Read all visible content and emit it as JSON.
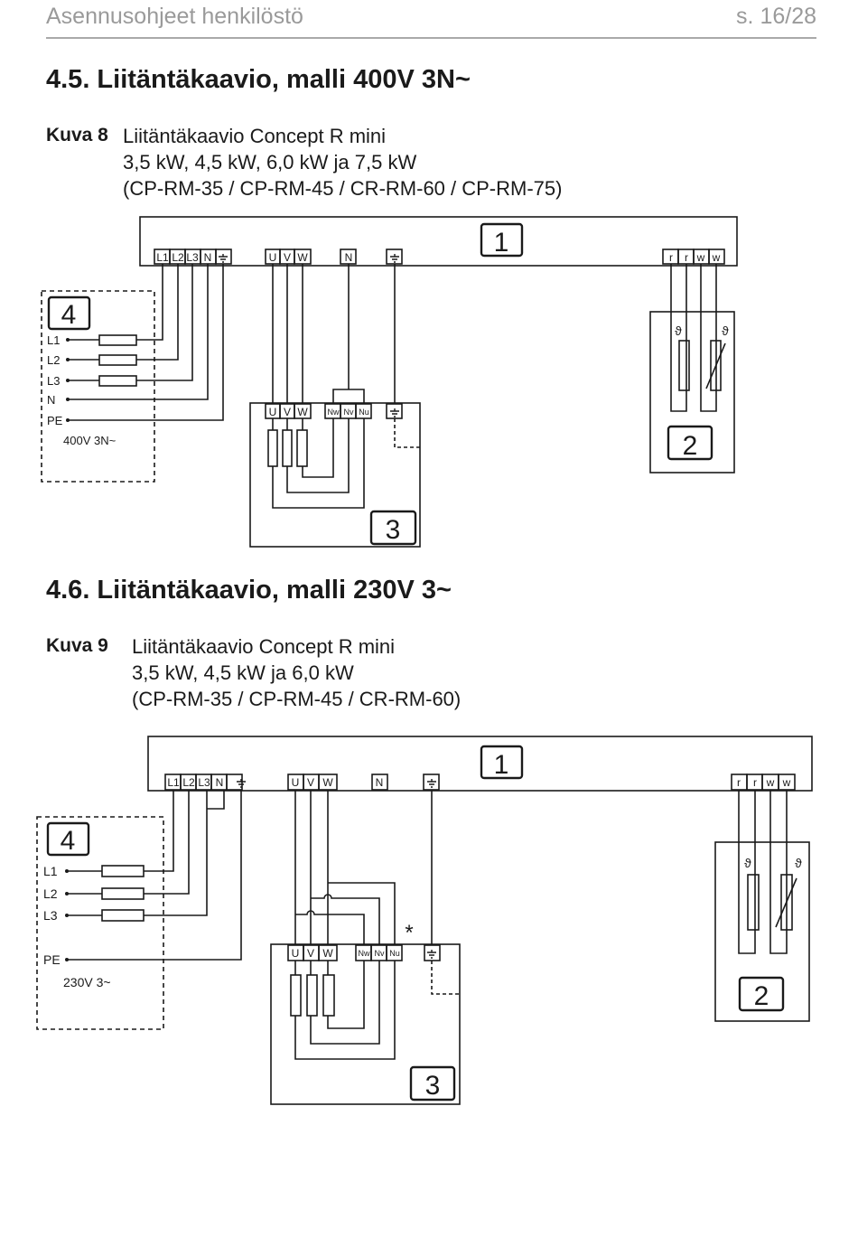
{
  "header": {
    "title": "Asennusohjeet henkilöstö",
    "page": "s. 16/28"
  },
  "sections": [
    {
      "heading": "4.5.  Liitäntäkaavio, malli 400V 3N~",
      "caption_label": "Kuva 8",
      "caption_lines": [
        "Liitäntäkaavio Concept R mini",
        "3,5 kW, 4,5 kW, 6,0 kW ja 7,5 kW",
        "(CP-RM-35 / CP-RM-45 / CR-RM-60 / CP-RM-75)"
      ],
      "diagram": {
        "box_numbers": [
          "1",
          "2",
          "3",
          "4"
        ],
        "unit1_terminals": [
          "L1",
          "L2",
          "L3",
          "N",
          "⏚",
          "U",
          "V",
          "W",
          "N",
          "⏚",
          "r",
          "r",
          "w",
          "w"
        ],
        "unit3_terminals": [
          "U",
          "V",
          "W",
          "Nw",
          "Nv",
          "Nu",
          "⏚"
        ],
        "supply_labels": [
          "L1",
          "L2",
          "L3",
          "N",
          "PE"
        ],
        "supply_text": "400V 3N~",
        "sensor_symbols": [
          "ϑ",
          "ϑ"
        ]
      }
    },
    {
      "heading": "4.6.  Liitäntäkaavio, malli 230V 3~",
      "caption_label": "Kuva 9",
      "caption_lines": [
        "Liitäntäkaavio Concept R mini",
        "3,5 kW, 4,5 kW ja 6,0 kW",
        "(CP-RM-35 / CP-RM-45 / CR-RM-60)"
      ],
      "diagram": {
        "box_numbers": [
          "1",
          "2",
          "3",
          "4"
        ],
        "unit1_terminals": [
          "L1",
          "L2",
          "L3",
          "N",
          "⏚",
          "U",
          "V",
          "W",
          "N",
          "⏚",
          "r",
          "r",
          "w",
          "w"
        ],
        "unit3_terminals": [
          "U",
          "V",
          "W",
          "Nw",
          "Nv",
          "Nu",
          "⏚"
        ],
        "supply_labels": [
          "L1",
          "L2",
          "L3",
          "PE"
        ],
        "supply_text": "230V 3~",
        "sensor_symbols": [
          "ϑ",
          "ϑ"
        ],
        "asterisk": "*"
      }
    }
  ]
}
